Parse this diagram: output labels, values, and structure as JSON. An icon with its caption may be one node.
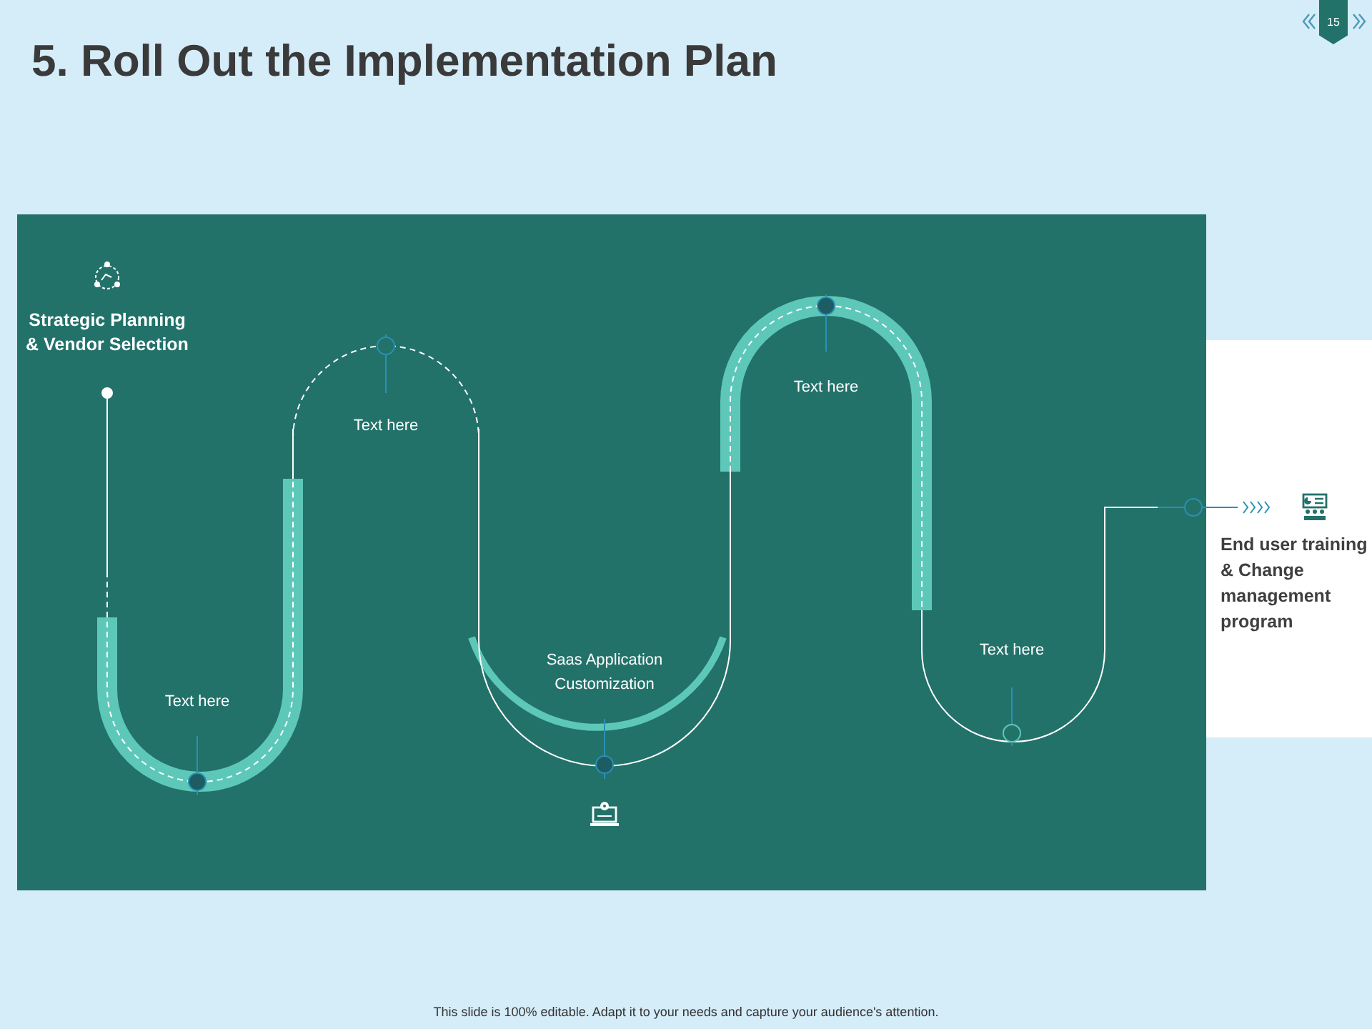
{
  "diagram": {
    "title": "5. Roll Out the Implementation Plan",
    "nodes": [
      {
        "text": [
          "End user training & Change management program"
        ]
      }
    ],
    "labels": [
      "15",
      "Strategic Planning & Vendor Selection",
      "Text here",
      "Text here",
      "Text here",
      "Saas Application Customization",
      "Text here"
    ],
    "caption": "This slide is 100% editable. Adapt it to your needs and capture your audience's attention."
  }
}
